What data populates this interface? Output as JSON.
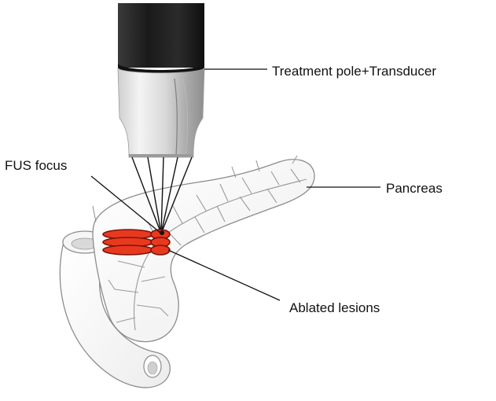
{
  "labels": {
    "transducer": "Treatment pole+Transducer",
    "fus_focus": "FUS focus",
    "pancreas": "Pancreas",
    "ablated_lesions": "Ablated lesions"
  },
  "colors": {
    "lesion_fill": "#e8391f",
    "lesion_stroke": "#7a1408",
    "organ_outline": "#8c8c8c",
    "pole_dark": "#1e1e1e"
  },
  "lesions": {
    "count": 3
  }
}
